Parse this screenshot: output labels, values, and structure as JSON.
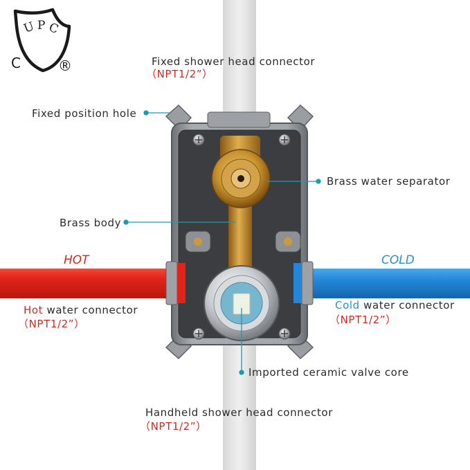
{
  "certification": {
    "logo_letters": [
      "U",
      "P",
      "C"
    ],
    "left_mark": "C",
    "registered_mark": "®"
  },
  "pipes": {
    "hot_label": "HOT",
    "cold_label": "COLD",
    "hot_color": "#e2231a",
    "cold_color": "#2386d6",
    "riser_color": "#e6e6e6"
  },
  "callouts": {
    "fixed_head": {
      "text": "Fixed shower head connector",
      "spec": "（NPT1/2”）"
    },
    "fixed_hole": {
      "text": "Fixed position hole"
    },
    "separator": {
      "text": "Brass water separator"
    },
    "brass_body": {
      "text": "Brass body"
    },
    "hot_conn": {
      "word": "Hot",
      "rest": " water connector",
      "spec": "（NPT1/2”）"
    },
    "cold_conn": {
      "word": "Cold",
      "rest": " water connector",
      "spec": "（NPT1/2”）"
    },
    "valve_core": {
      "text": "Imported ceramic valve core"
    },
    "handheld": {
      "text": "Handheld shower head connector",
      "spec": "（NPT1/2”）"
    }
  },
  "colors": {
    "accent_cyan": "#1a9bb0",
    "spec_red": "#d9261c",
    "cold_blue": "#2a8fd0",
    "brass": "#c8922e",
    "housing": "#8a8e93"
  },
  "icons": [
    "upc-shield-icon",
    "screw-icon"
  ]
}
